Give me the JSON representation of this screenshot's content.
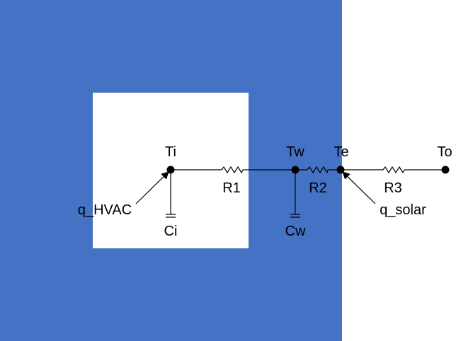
{
  "colors": {
    "wall": "#4472c4",
    "room": "#ffffff",
    "outside": "#ffffff",
    "wire": "#000000"
  },
  "nodes": {
    "ti": "Ti",
    "tw": "Tw",
    "te": "Te",
    "to": "To"
  },
  "resistors": {
    "r1": "R1",
    "r2": "R2",
    "r3": "R3"
  },
  "capacitors": {
    "ci": "Ci",
    "cw": "Cw"
  },
  "heat_inputs": {
    "hvac": "q_HVAC",
    "solar": "q_solar"
  }
}
